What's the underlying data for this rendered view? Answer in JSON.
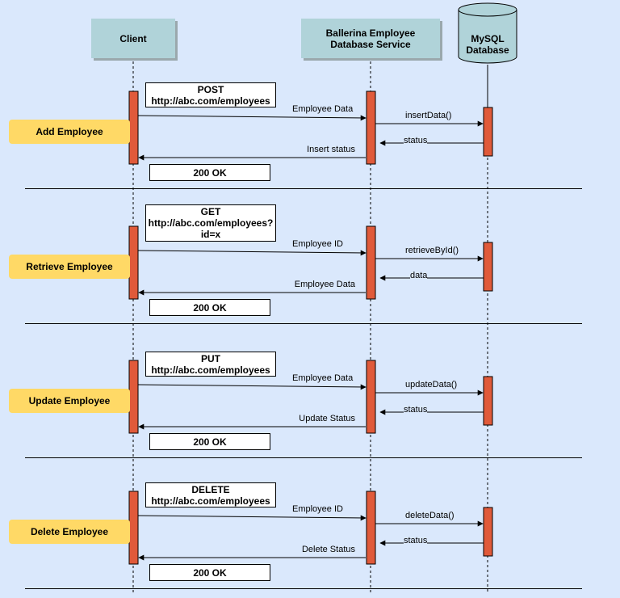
{
  "participants": {
    "client": "Client",
    "service_line1": "Ballerina Employee",
    "service_line2": "Database Service",
    "db_line1": "MySQL",
    "db_line2": "Database"
  },
  "sections": [
    {
      "label": "Add Employee",
      "request_lines": [
        "POST",
        "http://abc.com/employees"
      ],
      "request_msg": "Employee Data",
      "db_call": "insertData()",
      "db_return": "status",
      "response_msg": "Insert status",
      "response_note": "200 OK"
    },
    {
      "label": "Retrieve Employee",
      "request_lines": [
        "GET",
        "http://abc.com/employees?",
        "id=x"
      ],
      "request_msg": "Employee ID",
      "db_call": "retrieveById()",
      "db_return": "data",
      "response_msg": "Employee Data",
      "response_note": "200 OK"
    },
    {
      "label": "Update Employee",
      "request_lines": [
        "PUT",
        "http://abc.com/employees"
      ],
      "request_msg": "Employee Data",
      "db_call": "updateData()",
      "db_return": "status",
      "response_msg": "Update Status",
      "response_note": "200 OK"
    },
    {
      "label": "Delete Employee",
      "request_lines": [
        "DELETE",
        "http://abc.com/employees"
      ],
      "request_msg": "Employee ID",
      "db_call": "deleteData()",
      "db_return": "status",
      "response_msg": "Delete Status",
      "response_note": "200 OK"
    }
  ],
  "colors": {
    "background": "#dae8fc",
    "participant_fill": "#b0d3d9",
    "activation_fill": "#e05a3a",
    "section_label_fill": "#ffd966",
    "db_fill": "#b0d3d9"
  }
}
